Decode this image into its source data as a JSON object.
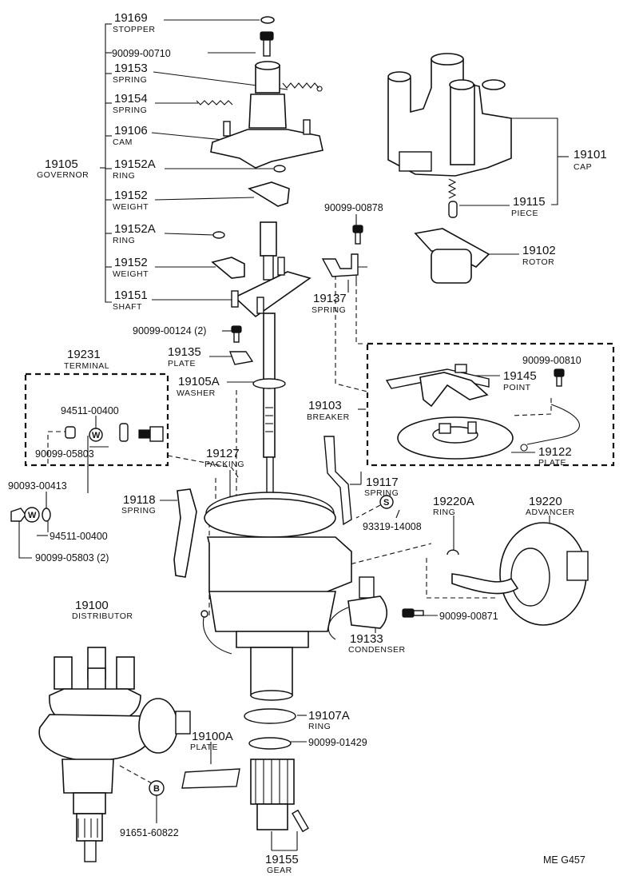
{
  "parts": [
    {
      "id": "stopper",
      "number": "19169",
      "name": "STOPPER"
    },
    {
      "id": "screw-00710",
      "number": "90099-00710"
    },
    {
      "id": "spring-19153",
      "number": "19153",
      "name": "SPRING"
    },
    {
      "id": "spring-19154",
      "number": "19154",
      "name": "SPRING"
    },
    {
      "id": "cam",
      "number": "19106",
      "name": "CAM"
    },
    {
      "id": "governor",
      "number": "19105",
      "name": "GOVERNOR"
    },
    {
      "id": "ring-19152a-1",
      "number": "19152A",
      "name": "RING"
    },
    {
      "id": "weight-1",
      "number": "19152",
      "name": "WEIGHT"
    },
    {
      "id": "ring-19152a-2",
      "number": "19152A",
      "name": "RING"
    },
    {
      "id": "weight-2",
      "number": "19152",
      "name": "WEIGHT"
    },
    {
      "id": "shaft",
      "number": "19151",
      "name": "SHAFT"
    },
    {
      "id": "screw-00124",
      "number": "90099-00124 (2)"
    },
    {
      "id": "plate-19135",
      "number": "19135",
      "name": "PLATE"
    },
    {
      "id": "washer",
      "number": "19105A",
      "name": "WASHER"
    },
    {
      "id": "terminal",
      "number": "19231",
      "name": "TERMINAL"
    },
    {
      "id": "washer-00400-a",
      "number": "94511-00400"
    },
    {
      "id": "nut-05803-a",
      "number": "90099-05803"
    },
    {
      "id": "packing",
      "number": "19127",
      "name": "PACKING"
    },
    {
      "id": "bolt-00413",
      "number": "90093-00413"
    },
    {
      "id": "spring-19118",
      "number": "19118",
      "name": "SPRING"
    },
    {
      "id": "washer-00400-b",
      "number": "94511-00400"
    },
    {
      "id": "nut-05803-b",
      "number": "90099-05803 (2)"
    },
    {
      "id": "cap",
      "number": "19101",
      "name": "CAP"
    },
    {
      "id": "piece",
      "number": "19115",
      "name": "PIECE"
    },
    {
      "id": "screw-00878",
      "number": "90099-00878"
    },
    {
      "id": "rotor",
      "number": "19102",
      "name": "ROTOR"
    },
    {
      "id": "spring-19137",
      "number": "19137",
      "name": "SPRING"
    },
    {
      "id": "screw-00810",
      "number": "90099-00810"
    },
    {
      "id": "point",
      "number": "19145",
      "name": "POINT"
    },
    {
      "id": "breaker",
      "number": "19103",
      "name": "BREAKER"
    },
    {
      "id": "plate-19122",
      "number": "19122",
      "name": "PLATE"
    },
    {
      "id": "spring-19117",
      "number": "19117",
      "name": "SPRING"
    },
    {
      "id": "ring-19220a",
      "number": "19220A",
      "name": "RING"
    },
    {
      "id": "advancer",
      "number": "19220",
      "name": "ADVANCER"
    },
    {
      "id": "clip-14008",
      "number": "93319-14008"
    },
    {
      "id": "screw-00871",
      "number": "90099-00871"
    },
    {
      "id": "distributor",
      "number": "19100",
      "name": "DISTRIBUTOR"
    },
    {
      "id": "condenser",
      "number": "19133",
      "name": "CONDENSER"
    },
    {
      "id": "ring-19107a",
      "number": "19107A",
      "name": "RING"
    },
    {
      "id": "washer-01429",
      "number": "90099-01429"
    },
    {
      "id": "plate-19100a",
      "number": "19100A",
      "name": "PLATE"
    },
    {
      "id": "bolt-60822",
      "number": "91651-60822"
    },
    {
      "id": "gear",
      "number": "19155",
      "name": "GEAR"
    }
  ],
  "symbols": {
    "washer_w": "W",
    "clip_s": "S",
    "bolt_b": "B"
  },
  "footer": {
    "code": "ME  G457"
  }
}
